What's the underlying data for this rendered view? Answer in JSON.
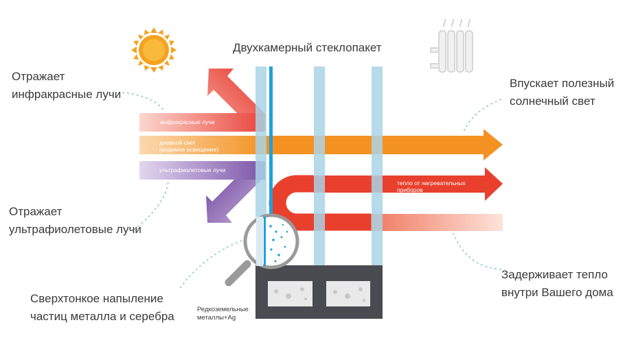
{
  "title": "Двухкамерный стеклопакет",
  "callouts": {
    "reflect_ir_line1": "Отражает",
    "reflect_ir_line2": "инфракрасные лучи",
    "reflect_uv_line1": "Отражает",
    "reflect_uv_line2": "ультрафиолетовые лучи",
    "coating_line1": "Сверхтонкое напыление",
    "coating_line2": "частиц металла и серебра",
    "passes_light_line1": "Впускает полезный",
    "passes_light_line2": "солнечный свет",
    "keeps_heat_line1": "Задерживает тепло",
    "keeps_heat_line2": "внутри Вашего дома"
  },
  "bands": {
    "infrared": "инфракрасные лучи",
    "daylight_line1": "дневной свет",
    "daylight_line2": "(видимое освещение)",
    "ultraviolet": "ультрафиолетовые лучи",
    "heat_line1": "тепло от нагревательных",
    "heat_line2": "приборов"
  },
  "spacer_caption_line1": "Редкоземельные",
  "spacer_caption_line2": "металлы+Ag",
  "colors": {
    "infrared": "#e8332a",
    "daylight": "#f39223",
    "ultraviolet": "#6a3d98",
    "heat": "#e8402d",
    "glass": "#a9d3e6",
    "coating": "#1fa0dc",
    "frame": "#4a4b50",
    "sun": "#f5a21f",
    "dashed": "#7fcfc0"
  },
  "icons": {
    "sun": "sun-icon",
    "radiator": "radiator-icon",
    "magnifier": "magnifier-icon"
  }
}
